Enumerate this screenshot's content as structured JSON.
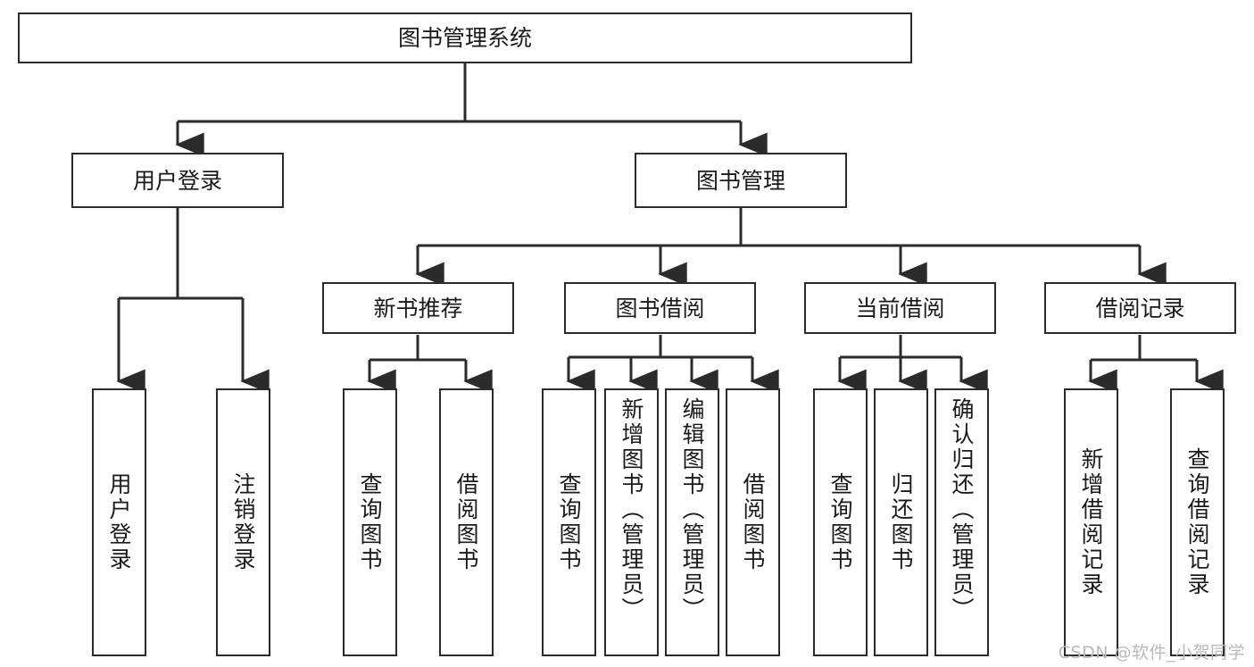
{
  "diagram": {
    "title": "图书管理系统",
    "type": "hierarchy-tree",
    "root": {
      "id": "root",
      "label": "图书管理系统"
    },
    "level1": [
      {
        "id": "user-login",
        "label": "用户登录"
      },
      {
        "id": "book-manage",
        "label": "图书管理"
      }
    ],
    "level2": [
      {
        "id": "new-book-recommend",
        "label": "新书推荐",
        "parent": "book-manage"
      },
      {
        "id": "book-borrow",
        "label": "图书借阅",
        "parent": "book-manage"
      },
      {
        "id": "current-borrow",
        "label": "当前借阅",
        "parent": "book-manage"
      },
      {
        "id": "borrow-record",
        "label": "借阅记录",
        "parent": "book-manage"
      }
    ],
    "leaves": [
      {
        "id": "leaf-user-login",
        "label": "用户登录",
        "parent": "user-login"
      },
      {
        "id": "leaf-logout",
        "label": "注销登录",
        "parent": "user-login"
      },
      {
        "id": "leaf-query-book-1",
        "label": "查询图书",
        "parent": "new-book-recommend"
      },
      {
        "id": "leaf-borrow-book-1",
        "label": "借阅图书",
        "parent": "new-book-recommend"
      },
      {
        "id": "leaf-query-book-2",
        "label": "查询图书",
        "parent": "book-borrow"
      },
      {
        "id": "leaf-add-book",
        "label": "新增图书（管理员）",
        "parent": "book-borrow"
      },
      {
        "id": "leaf-edit-book",
        "label": "编辑图书（管理员）",
        "parent": "book-borrow"
      },
      {
        "id": "leaf-borrow-book-2",
        "label": "借阅图书",
        "parent": "book-borrow"
      },
      {
        "id": "leaf-query-book-3",
        "label": "查询图书",
        "parent": "current-borrow"
      },
      {
        "id": "leaf-return-book",
        "label": "归还图书",
        "parent": "current-borrow"
      },
      {
        "id": "leaf-confirm-return",
        "label": "确认归还（管理员）",
        "parent": "current-borrow"
      },
      {
        "id": "leaf-add-record",
        "label": "新增借阅记录",
        "parent": "borrow-record"
      },
      {
        "id": "leaf-query-record",
        "label": "查询借阅记录",
        "parent": "borrow-record"
      }
    ]
  },
  "watermark": {
    "text": "CSDN @软件_小贺同学"
  },
  "colors": {
    "stroke": "#2b2b2b",
    "background": "#ffffff",
    "text": "#1a1a1a",
    "watermark": "#b9b9b9"
  }
}
